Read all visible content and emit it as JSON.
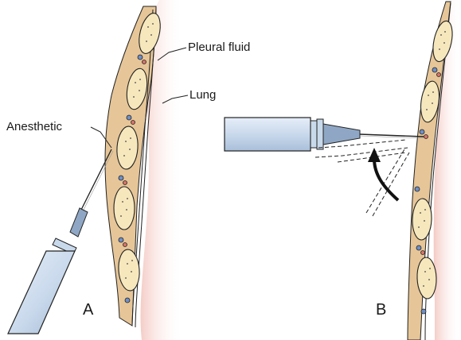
{
  "figure": {
    "labels": {
      "pleural_fluid": "Pleural fluid",
      "lung": "Lung",
      "anesthetic": "Anesthetic",
      "panel_a": "A",
      "panel_b": "B"
    },
    "colors": {
      "lung_pink": "#f3c7c0",
      "rib_fill": "#f6e7bd",
      "tissue_tan": "#d9b27c",
      "syringe_blue": "#c9d9ec",
      "syringe_hub": "#8fa7c4",
      "vessel_blue": "#6f8fc6",
      "vessel_red": "#d9746b",
      "ink": "#222222"
    }
  }
}
